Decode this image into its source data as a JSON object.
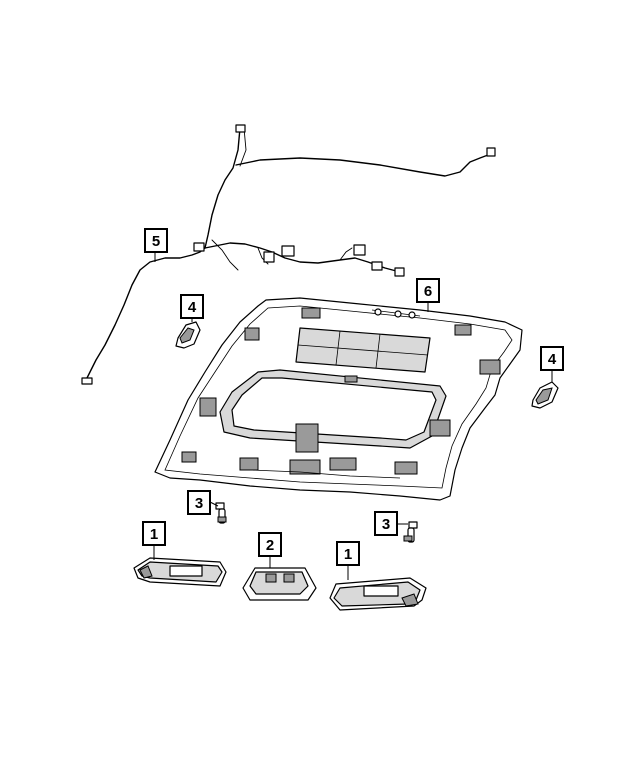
{
  "diagram": {
    "callouts": [
      {
        "id": "c1a",
        "label": "1"
      },
      {
        "id": "c1b",
        "label": "1"
      },
      {
        "id": "c2",
        "label": "2"
      },
      {
        "id": "c3a",
        "label": "3"
      },
      {
        "id": "c3b",
        "label": "3"
      },
      {
        "id": "c4a",
        "label": "4"
      },
      {
        "id": "c4b",
        "label": "4"
      },
      {
        "id": "c5",
        "label": "5"
      },
      {
        "id": "c6",
        "label": "6"
      }
    ]
  }
}
